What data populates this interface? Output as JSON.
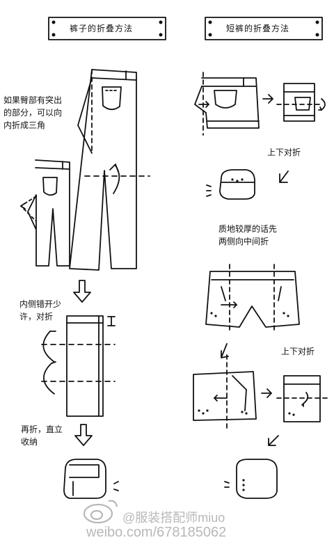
{
  "left_column": {
    "title": "裤子的折叠方法",
    "steps": {
      "triangle_note": "如果臀部有突出\n的部分，可以向\n内折成三角",
      "offset_note": "内侧错开少\n许，对折",
      "stand_note": "再折，直立\n收纳"
    }
  },
  "right_column": {
    "title": "短裤的折叠方法",
    "steps": {
      "fold_updown_1": "上下对折",
      "thick_note": "质地较厚的话先\n两侧向中间折",
      "fold_updown_2": "上下对折"
    }
  },
  "watermark": {
    "handle": "@服装搭配师miuo",
    "url": "weibo.com/678185062"
  },
  "colors": {
    "ink": "#111111",
    "watermark": "#b8b8b8"
  }
}
